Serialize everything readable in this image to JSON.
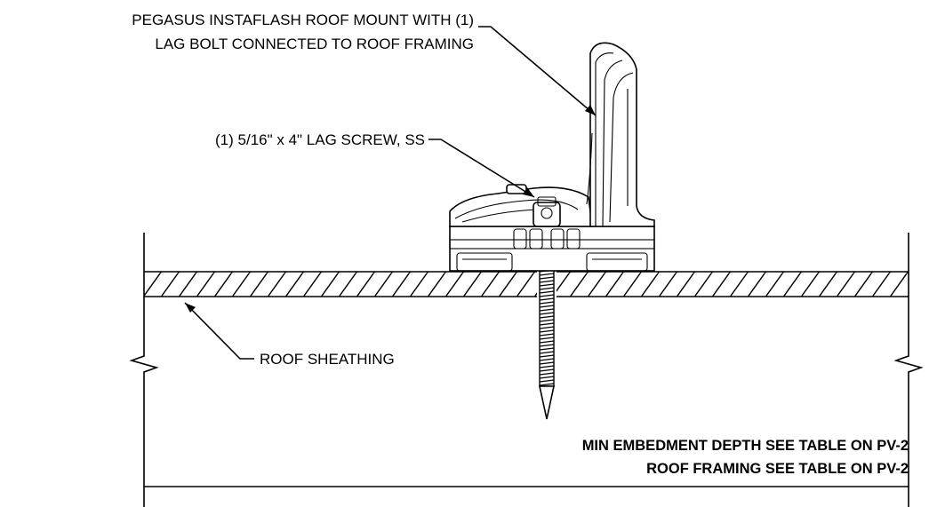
{
  "callouts": {
    "mount_line1": "PEGASUS INSTAFLASH ROOF MOUNT WITH (1)",
    "mount_line2": "LAG BOLT CONNECTED TO ROOF FRAMING",
    "lag_screw": "(1) 5/16\" x 4\" LAG SCREW, SS",
    "sheathing": "ROOF SHEATHING"
  },
  "notes": {
    "embedment": "MIN EMBEDMENT DEPTH SEE TABLE ON PV-2",
    "framing": "ROOF FRAMING SEE TABLE ON PV-2"
  }
}
